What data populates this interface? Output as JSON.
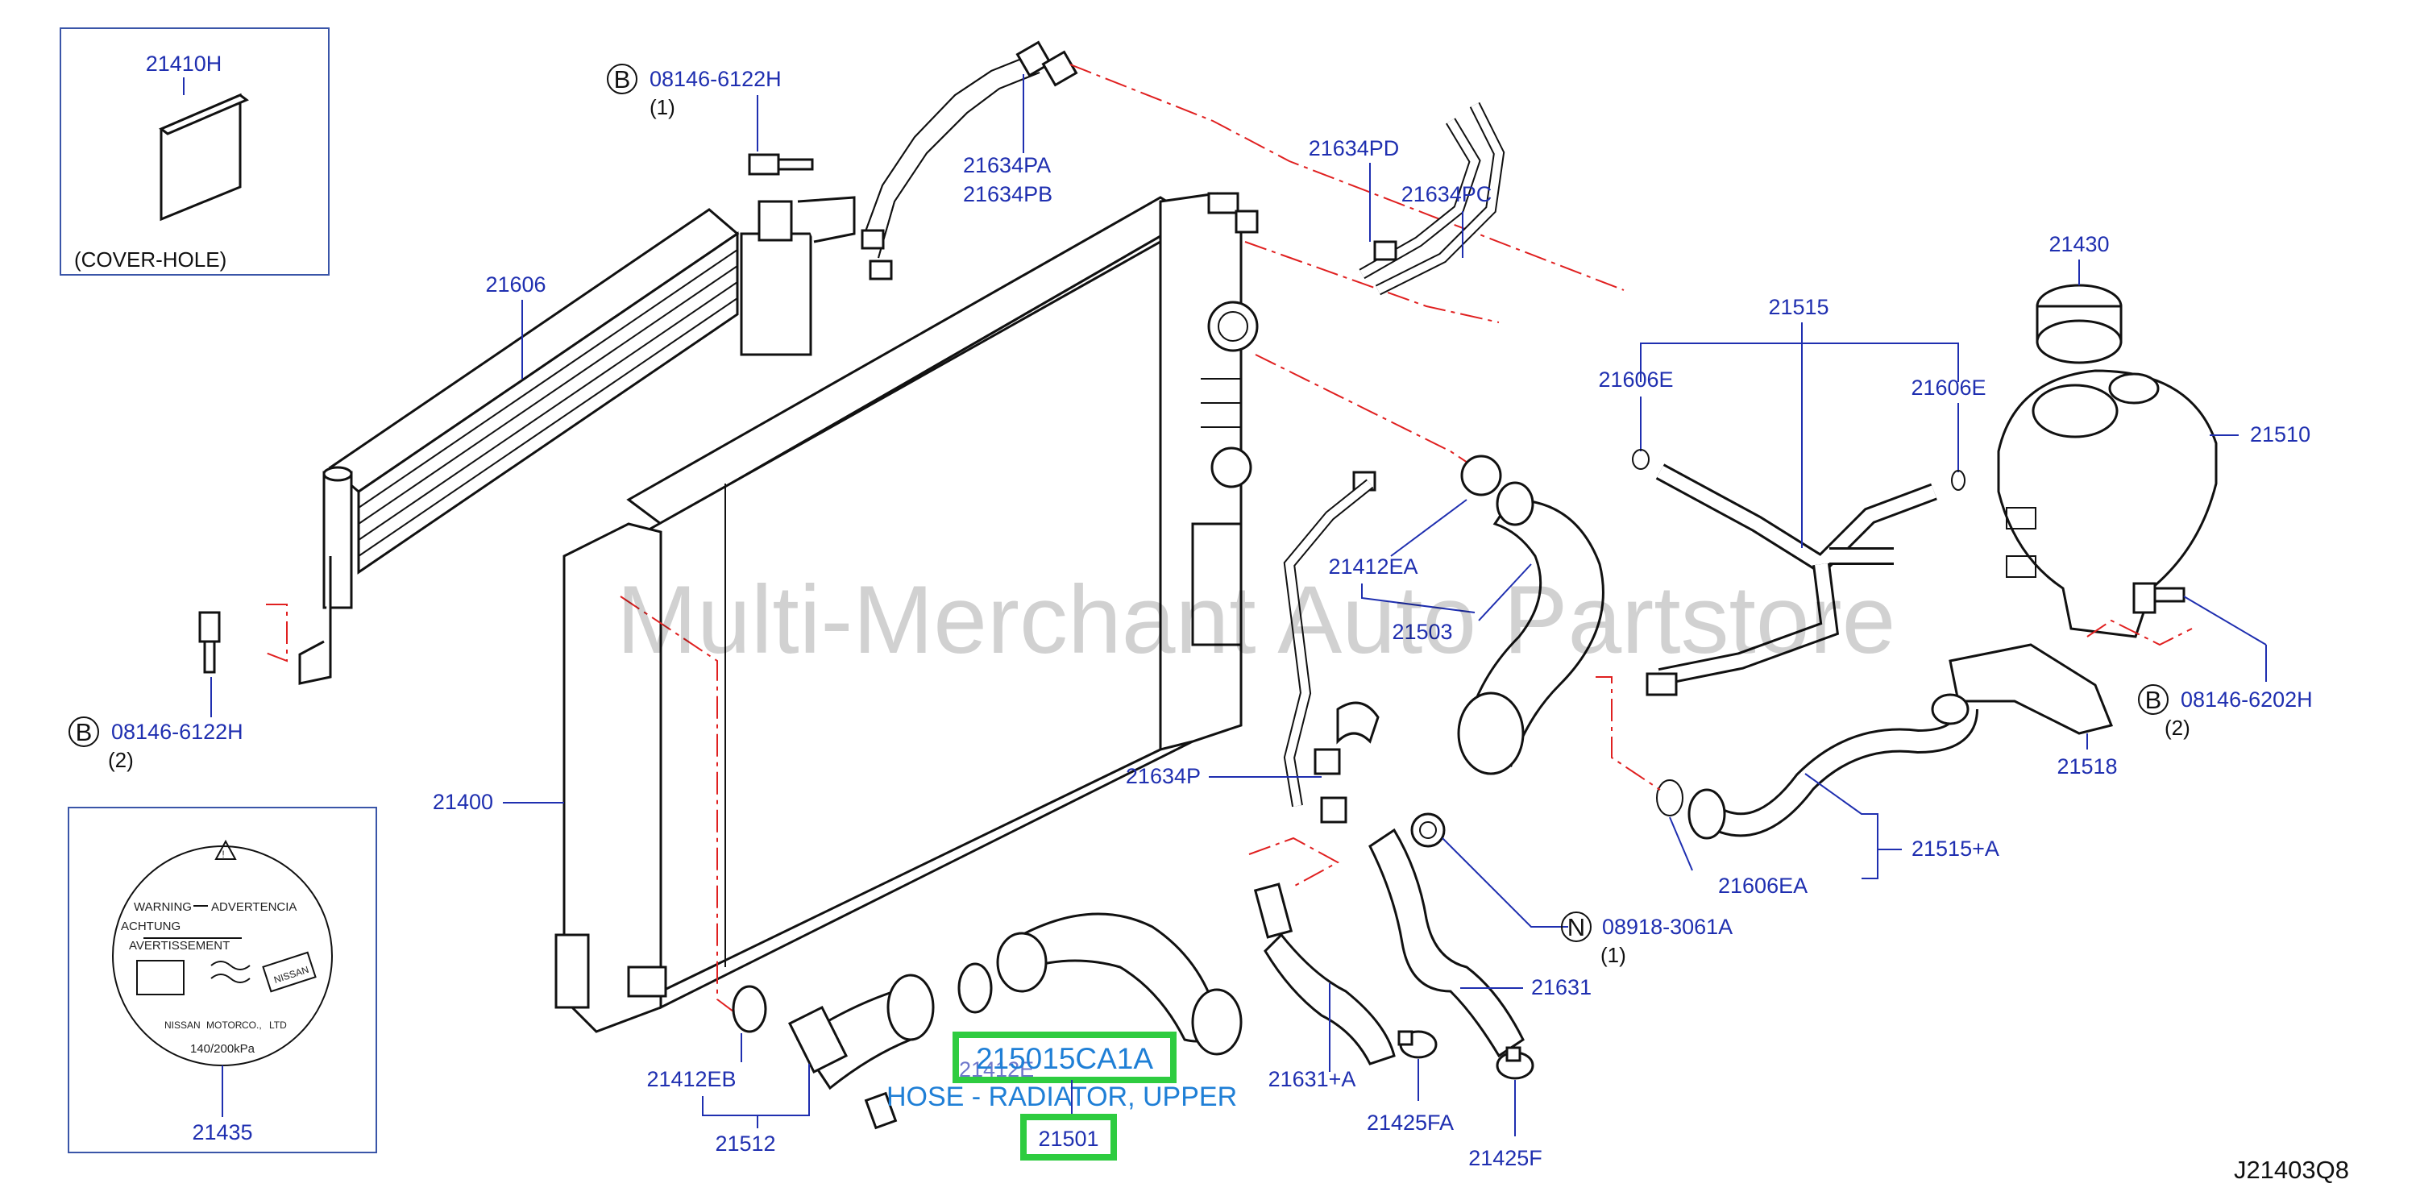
{
  "watermark": "Multi-Merchant Auto Partstore",
  "drawing_ref": "J21403Q8",
  "highlight": {
    "part_number": "215015CA1A",
    "description": "HOSE - RADIATOR, UPPER",
    "callout": "21501"
  },
  "inset_cover": {
    "part": "21410H",
    "caption": "(COVER-HOLE)"
  },
  "inset_label": {
    "part": "21435",
    "lines": [
      "WARNING",
      "ADVERTENCIA",
      "ACHTUNG",
      "AVERTISSEMENT",
      "NISSAN",
      "MOTOR",
      "CO.,",
      "LTD",
      "140/200kPa"
    ]
  },
  "bolt_markers": [
    {
      "letter": "B",
      "part": "08146-6122H",
      "qty": "(1)"
    },
    {
      "letter": "B",
      "part": "08146-6122H",
      "qty": "(2)"
    },
    {
      "letter": "B",
      "part": "08146-6202H",
      "qty": "(2)"
    },
    {
      "letter": "N",
      "part": "08918-3061A",
      "qty": "(1)"
    }
  ],
  "labels": {
    "l21606": "21606",
    "l21634PA": "21634PA",
    "l21634PB": "21634PB",
    "l21634PD": "21634PD",
    "l21634PC": "21634PC",
    "l21515": "21515",
    "l21430": "21430",
    "l21606E_a": "21606E",
    "l21606E_b": "21606E",
    "l21510": "21510",
    "l21412EA": "21412EA",
    "l21503": "21503",
    "l21400": "21400",
    "l21634P": "21634P",
    "l21518": "21518",
    "l21515A": "21515+A",
    "l21606EA": "21606EA",
    "l21631": "21631",
    "l21631A": "21631+A",
    "l21425FA": "21425FA",
    "l21425F": "21425F",
    "l21412EB": "21412EB",
    "l21512": "21512",
    "l21412E": "21412E"
  }
}
